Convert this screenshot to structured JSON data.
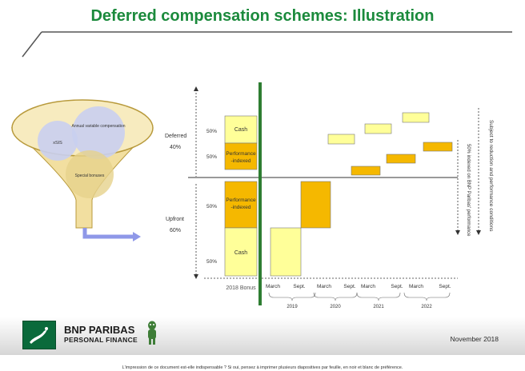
{
  "slide": {
    "title": "Deferred compensation schemes: Illustration",
    "date": "November 2018",
    "disclaimer": "L'impression de ce document est-elle indispensable ? Si oui, pensez à imprimer plusieurs diapositives par feuille, en noir et blanc de préférence."
  },
  "brand": {
    "name": "BNP PARIBAS",
    "tagline": "PERSONAL FINANCE"
  },
  "funnel": {
    "circles": [
      "xSIS",
      "Annual variable compensation",
      "Special bonuses"
    ]
  },
  "bonus": {
    "deferred_label": "Deferred",
    "deferred_pct": "40%",
    "upfront_label": "Upfront",
    "upfront_pct": "60%",
    "segments": [
      {
        "pct": "50%",
        "label": "Cash"
      },
      {
        "pct": "50%",
        "label": "Performance -indexed"
      },
      {
        "pct": "50%",
        "label": "Performance -indexed"
      },
      {
        "pct": "50%",
        "label": "Cash"
      }
    ],
    "bonus_label": "2018 Bonus"
  },
  "timeline": {
    "months": [
      "March",
      "Sept.",
      "March",
      "Sept.",
      "March",
      "Sept.",
      "March",
      "Sept."
    ],
    "years": [
      "2019",
      "2020",
      "2021",
      "2022"
    ]
  },
  "annotations": {
    "indexed": "50% indexed on BNP Paribas' performance",
    "reduction": "Subject to reduction and performance conditions"
  },
  "colors": {
    "title_green": "#1b8a3c",
    "divider_green": "#2e7d32",
    "cash_fill": "#ffff99",
    "perf_fill": "#f5b800",
    "funnel_gold": "#f2dfa0",
    "circle_lavender": "#c9cff0",
    "arrow_blue": "#8f98e8"
  }
}
